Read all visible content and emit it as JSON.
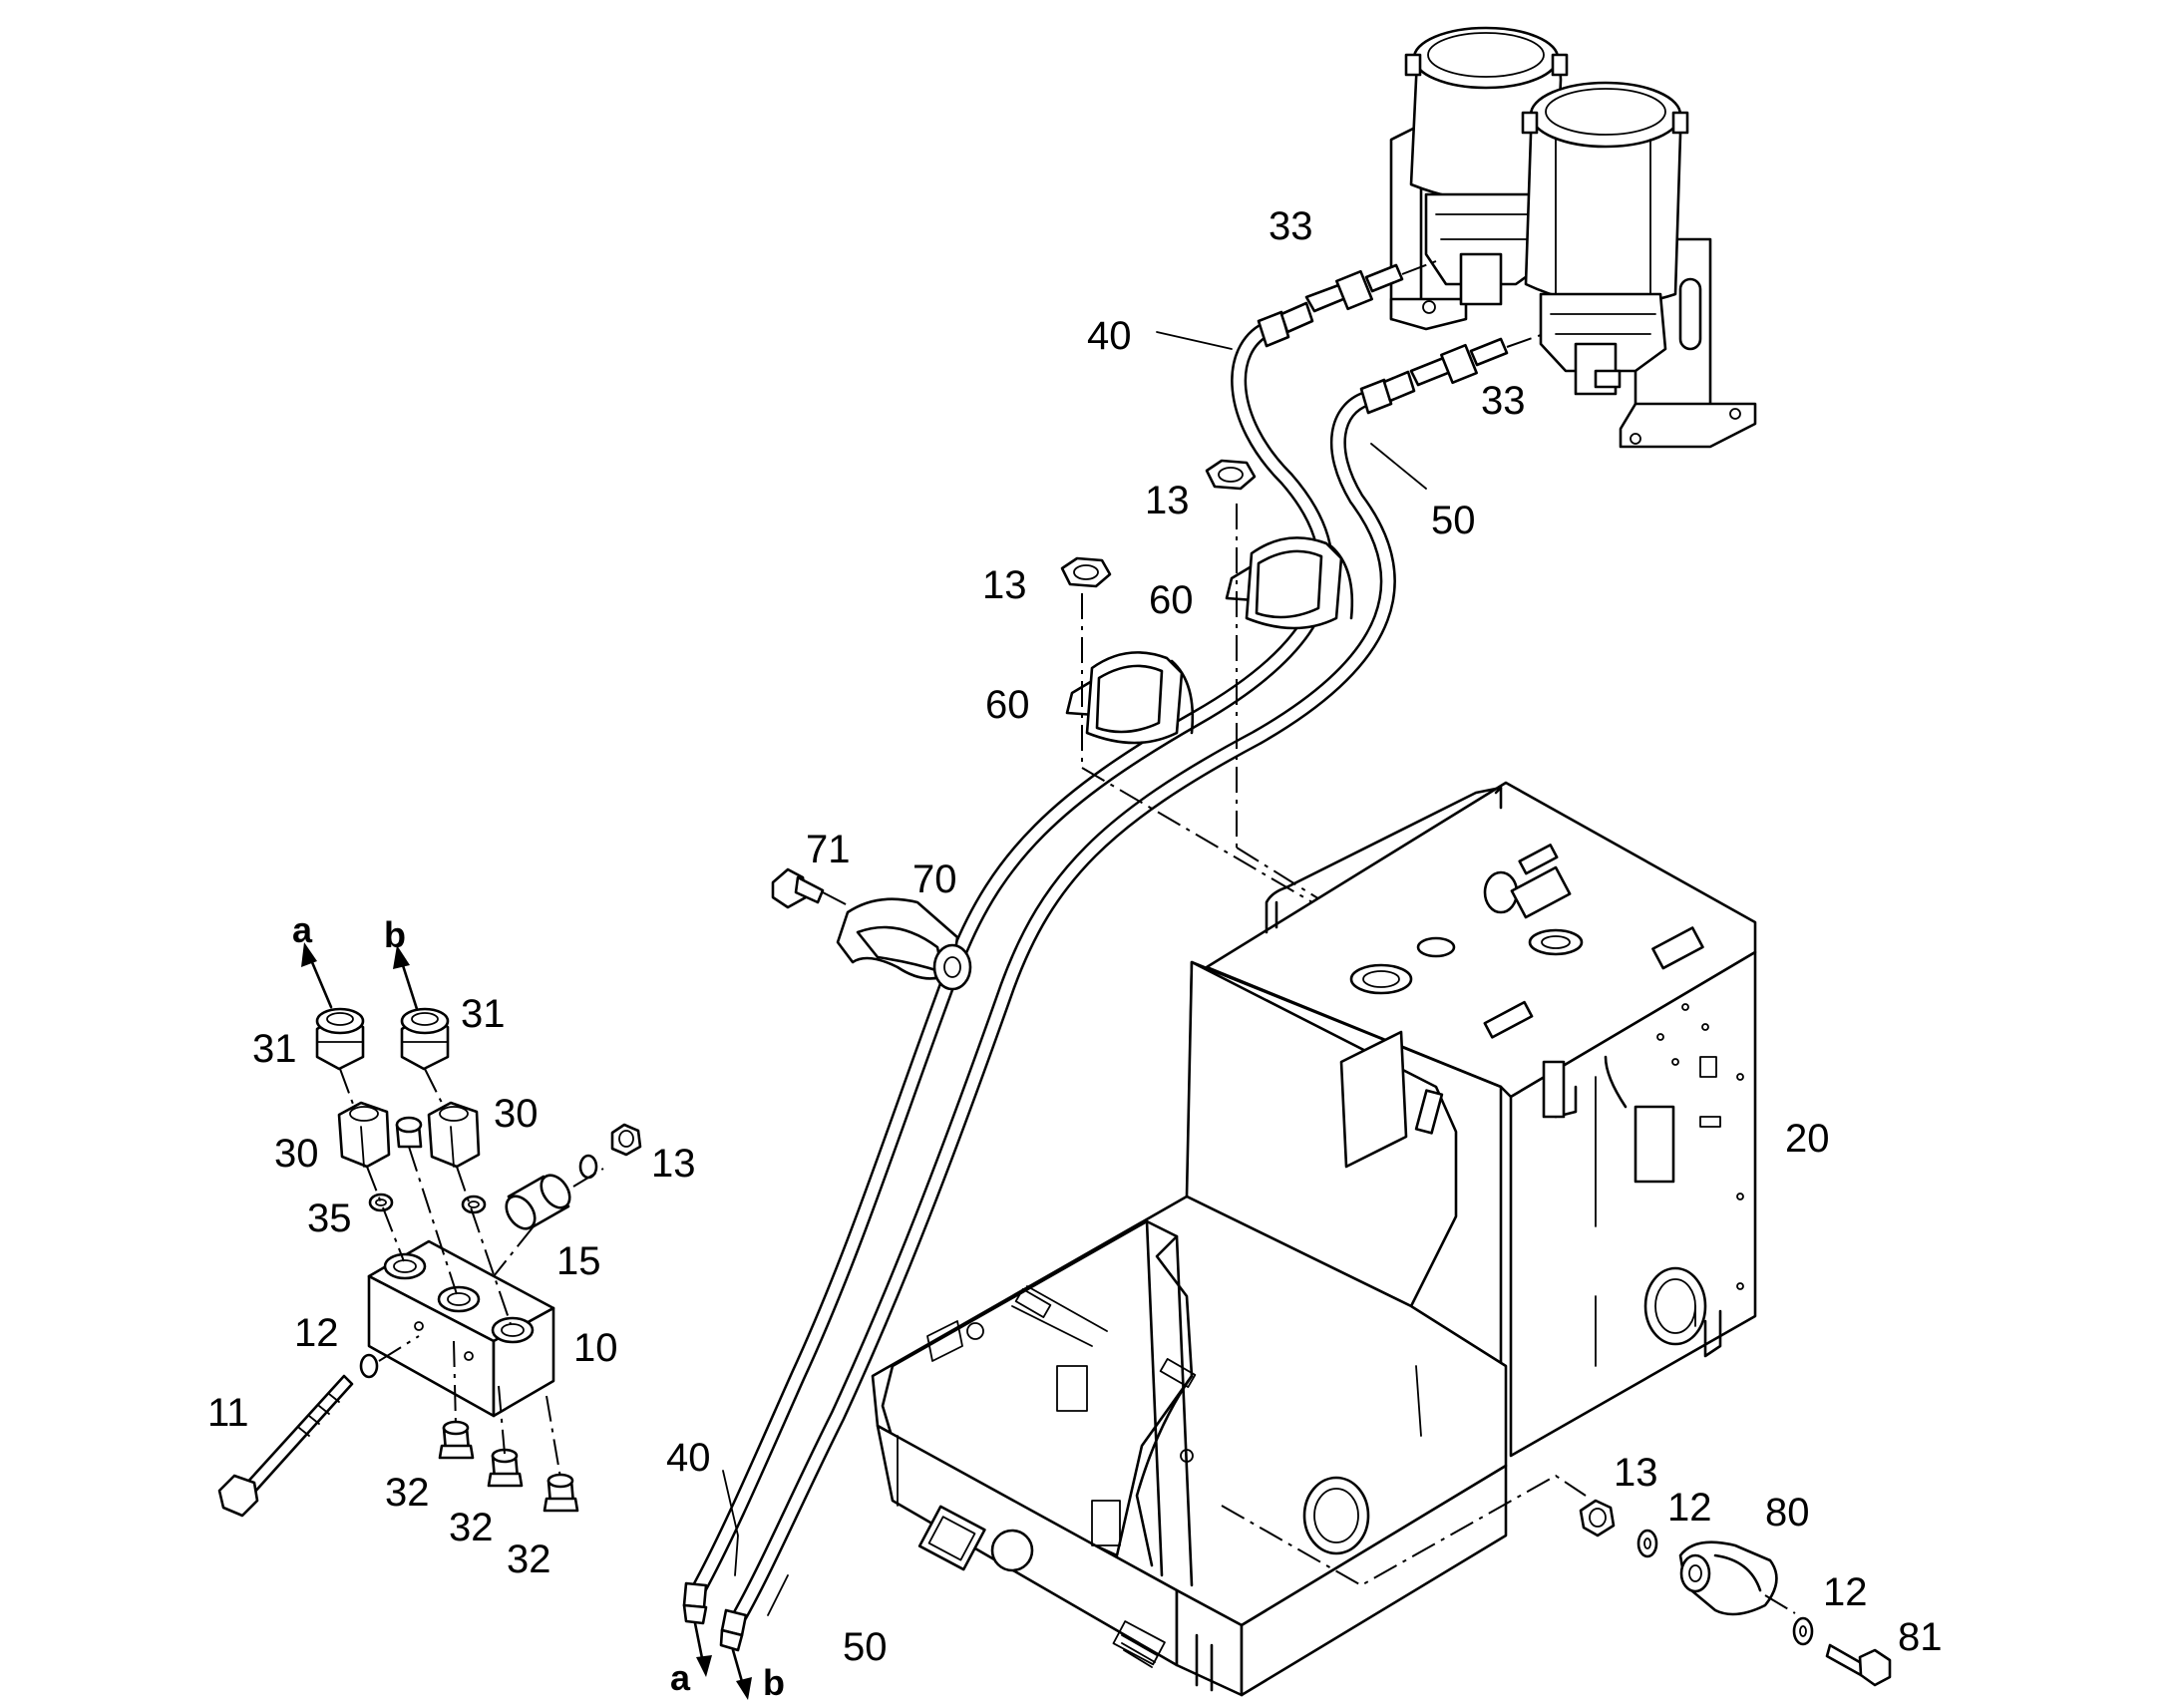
{
  "callouts": [
    {
      "id": "c33a",
      "text": "33"
    },
    {
      "id": "c33b",
      "text": "33"
    },
    {
      "id": "c40a",
      "text": "40"
    },
    {
      "id": "c50a",
      "text": "50"
    },
    {
      "id": "c13a",
      "text": "13"
    },
    {
      "id": "c13b",
      "text": "13"
    },
    {
      "id": "c60a",
      "text": "60"
    },
    {
      "id": "c60b",
      "text": "60"
    },
    {
      "id": "c71",
      "text": "71"
    },
    {
      "id": "c70",
      "text": "70"
    },
    {
      "id": "c20",
      "text": "20"
    },
    {
      "id": "c31a",
      "text": "31"
    },
    {
      "id": "c31b",
      "text": "31"
    },
    {
      "id": "c30a",
      "text": "30"
    },
    {
      "id": "c30b",
      "text": "30"
    },
    {
      "id": "c35",
      "text": "35"
    },
    {
      "id": "c13c",
      "text": "13"
    },
    {
      "id": "c15",
      "text": "15"
    },
    {
      "id": "c12a",
      "text": "12"
    },
    {
      "id": "c10",
      "text": "10"
    },
    {
      "id": "c11",
      "text": "11"
    },
    {
      "id": "c32a",
      "text": "32"
    },
    {
      "id": "c32b",
      "text": "32"
    },
    {
      "id": "c32c",
      "text": "32"
    },
    {
      "id": "c40b",
      "text": "40"
    },
    {
      "id": "c50b",
      "text": "50"
    },
    {
      "id": "c13d",
      "text": "13"
    },
    {
      "id": "c12b",
      "text": "12"
    },
    {
      "id": "c80",
      "text": "80"
    },
    {
      "id": "c12c",
      "text": "12"
    },
    {
      "id": "c81",
      "text": "81"
    }
  ],
  "flow_markers": [
    {
      "id": "fa1",
      "text": "a"
    },
    {
      "id": "fb1",
      "text": "b"
    },
    {
      "id": "fa2",
      "text": "a"
    },
    {
      "id": "fb2",
      "text": "b"
    }
  ]
}
